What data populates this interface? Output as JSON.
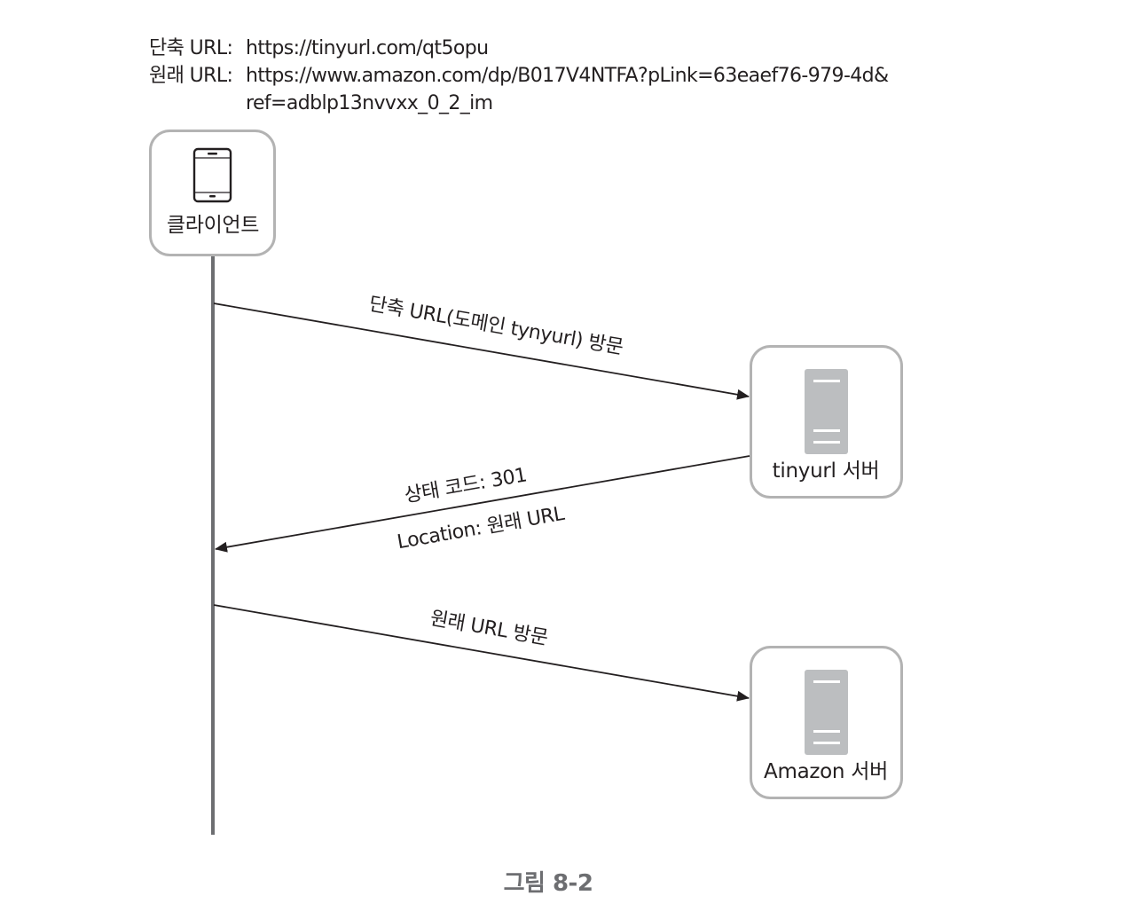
{
  "header": {
    "short_url_label": "단축 URL:",
    "short_url_value": "https://tinyurl.com/qt5opu",
    "original_url_label": "원래 URL:",
    "original_url_value_line1": "https://www.amazon.com/dp/B017V4NTFA?pLink=63eaef76-979-4d&",
    "original_url_value_line2": "ref=adblp13nvvxx_0_2_im"
  },
  "nodes": {
    "client": {
      "label": "클라이언트",
      "icon": "smartphone-icon"
    },
    "tinyurl_server": {
      "label": "tinyurl 서버",
      "icon": "server-icon"
    },
    "amazon_server": {
      "label": "Amazon 서버",
      "icon": "server-icon"
    }
  },
  "messages": [
    {
      "from": "client",
      "to": "tinyurl_server",
      "label": "단축 URL(도메인 tynyurl) 방문"
    },
    {
      "from": "tinyurl_server",
      "to": "client",
      "label_top": "상태 코드: 301",
      "label_bottom": "Location: 원래 URL"
    },
    {
      "from": "client",
      "to": "amazon_server",
      "label": "원래 URL 방문"
    }
  ],
  "caption": "그림 8-2",
  "colors": {
    "text": "#231f20",
    "box_border": "#b3b3b3",
    "server": "#bcbec0",
    "lifeline": "#6d6e71",
    "caption": "#6d6e71"
  }
}
